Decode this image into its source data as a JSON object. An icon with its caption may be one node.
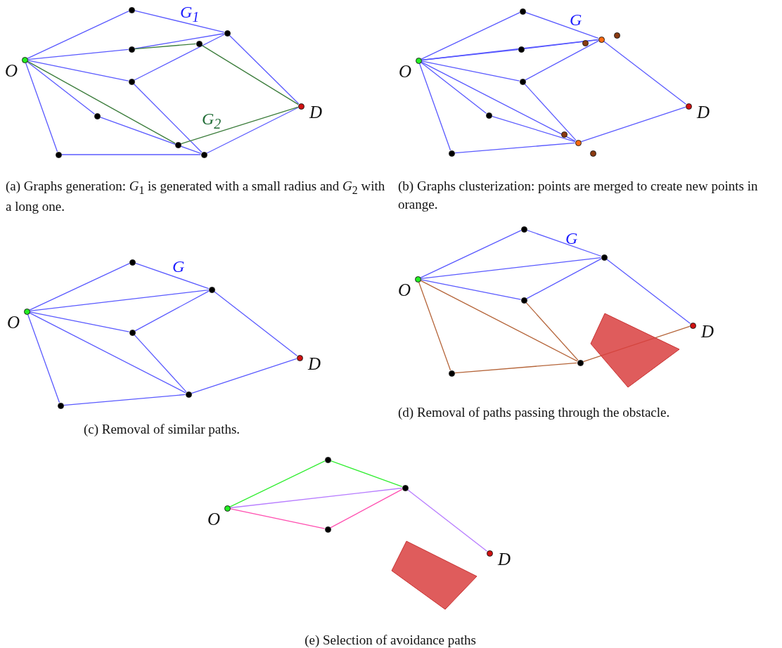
{
  "diagram": {
    "nodes": [
      {
        "text": [],
        "shape": "circle",
        "beside": [
          "O"
        ]
      },
      {
        "text": [],
        "shape": "circle"
      },
      {
        "text": [],
        "shape": "circle"
      },
      {
        "text": [],
        "shape": "circle"
      },
      {
        "text": [],
        "shape": "circle"
      },
      {
        "text": [],
        "shape": "circle"
      },
      {
        "text": [],
        "shape": "circle"
      },
      {
        "text": [],
        "shape": "circle"
      },
      {
        "text": [],
        "shape": "circle"
      },
      {
        "text": [],
        "shape": "circle"
      },
      {
        "text": [],
        "shape": "circle",
        "beside": [
          "D"
        ]
      },
      {
        "text": [],
        "shape": "circle",
        "beside": [
          "O"
        ]
      },
      {
        "text": [],
        "shape": "circle"
      },
      {
        "text": [],
        "shape": "circle"
      },
      {
        "text": [],
        "shape": "circle"
      },
      {
        "text": [],
        "shape": "circle"
      },
      {
        "text": [],
        "shape": "circle"
      },
      {
        "text": [],
        "shape": "circle"
      },
      {
        "text": [],
        "shape": "circle"
      },
      {
        "text": [],
        "shape": "circle"
      },
      {
        "text": [],
        "shape": "circle"
      },
      {
        "text": [],
        "shape": "circle"
      },
      {
        "text": [],
        "shape": "circle"
      },
      {
        "text": [],
        "shape": "circle",
        "beside": [
          "D"
        ]
      },
      {
        "text": [],
        "shape": "circle",
        "beside": [
          "O"
        ]
      },
      {
        "text": [],
        "shape": "circle"
      },
      {
        "text": [],
        "shape": "circle"
      },
      {
        "text": [],
        "shape": "circle"
      },
      {
        "text": [],
        "shape": "circle"
      },
      {
        "text": [],
        "shape": "circle"
      },
      {
        "text": [],
        "shape": "circle",
        "beside": [
          "D"
        ]
      },
      {
        "text": [],
        "shape": "circle",
        "beside": [
          "O"
        ]
      },
      {
        "text": [],
        "shape": "circle"
      },
      {
        "text": [],
        "shape": "circle"
      },
      {
        "text": [],
        "shape": "circle"
      },
      {
        "text": [],
        "shape": "circle"
      },
      {
        "text": [],
        "shape": "circle"
      },
      {
        "text": [],
        "shape": "circle",
        "beside": [
          "D"
        ]
      },
      {
        "text": [],
        "shape": "circle",
        "beside": [
          "O"
        ]
      },
      {
        "text": [],
        "shape": "circle"
      },
      {
        "text": [],
        "shape": "circle"
      },
      {
        "text": [],
        "shape": "circle"
      },
      {
        "text": [],
        "shape": "circle",
        "beside": [
          "D"
        ]
      }
    ],
    "edges": [
      {
        "from": 0,
        "to": 1,
        "arrow": "none"
      },
      {
        "from": 1,
        "to": 2,
        "arrow": "none"
      },
      {
        "from": 2,
        "to": 10,
        "arrow": "none"
      },
      {
        "from": 0,
        "to": 3,
        "arrow": "none"
      },
      {
        "from": 3,
        "to": 2,
        "arrow": "none"
      },
      {
        "from": 0,
        "to": 5,
        "arrow": "none"
      },
      {
        "from": 5,
        "to": 2,
        "arrow": "none"
      },
      {
        "from": 5,
        "to": 9,
        "arrow": "none"
      },
      {
        "from": 0,
        "to": 6,
        "arrow": "none"
      },
      {
        "from": 6,
        "to": 9,
        "arrow": "none"
      },
      {
        "from": 0,
        "to": 8,
        "arrow": "none"
      },
      {
        "from": 8,
        "to": 9,
        "arrow": "none"
      },
      {
        "from": 9,
        "to": 10,
        "arrow": "none"
      },
      {
        "from": 3,
        "to": 4,
        "arrow": "none",
        "color": "#3c7d3c"
      },
      {
        "from": 4,
        "to": 10,
        "arrow": "none",
        "color": "#3c7d3c"
      },
      {
        "from": 0,
        "to": 7,
        "arrow": "none",
        "color": "#3c7d3c"
      },
      {
        "from": 7,
        "to": 10,
        "arrow": "none",
        "color": "#3c7d3c"
      },
      {
        "from": 11,
        "to": 12,
        "arrow": "none"
      },
      {
        "from": 12,
        "to": 13,
        "arrow": "none"
      },
      {
        "from": 13,
        "to": 23,
        "arrow": "none"
      },
      {
        "from": 11,
        "to": 14,
        "arrow": "none"
      },
      {
        "from": 14,
        "to": 13,
        "arrow": "none"
      },
      {
        "from": 11,
        "to": 13,
        "arrow": "none"
      },
      {
        "from": 11,
        "to": 17,
        "arrow": "none"
      },
      {
        "from": 17,
        "to": 13,
        "arrow": "none"
      },
      {
        "from": 17,
        "to": 20,
        "arrow": "none"
      },
      {
        "from": 11,
        "to": 18,
        "arrow": "none"
      },
      {
        "from": 18,
        "to": 20,
        "arrow": "none"
      },
      {
        "from": 11,
        "to": 20,
        "arrow": "none"
      },
      {
        "from": 11,
        "to": 22,
        "arrow": "none"
      },
      {
        "from": 22,
        "to": 20,
        "arrow": "none"
      },
      {
        "from": 20,
        "to": 23,
        "arrow": "none"
      },
      {
        "from": 24,
        "to": 25,
        "arrow": "none"
      },
      {
        "from": 25,
        "to": 26,
        "arrow": "none"
      },
      {
        "from": 26,
        "to": 30,
        "arrow": "none"
      },
      {
        "from": 24,
        "to": 26,
        "arrow": "none"
      },
      {
        "from": 24,
        "to": 27,
        "arrow": "none"
      },
      {
        "from": 27,
        "to": 26,
        "arrow": "none"
      },
      {
        "from": 27,
        "to": 28,
        "arrow": "none"
      },
      {
        "from": 24,
        "to": 28,
        "arrow": "none"
      },
      {
        "from": 24,
        "to": 29,
        "arrow": "none"
      },
      {
        "from": 29,
        "to": 28,
        "arrow": "none"
      },
      {
        "from": 28,
        "to": 30,
        "arrow": "none"
      },
      {
        "from": 31,
        "to": 32,
        "arrow": "none"
      },
      {
        "from": 32,
        "to": 33,
        "arrow": "none"
      },
      {
        "from": 33,
        "to": 37,
        "arrow": "none"
      },
      {
        "from": 31,
        "to": 33,
        "arrow": "none"
      },
      {
        "from": 31,
        "to": 34,
        "arrow": "none"
      },
      {
        "from": 34,
        "to": 33,
        "arrow": "none"
      },
      {
        "from": 34,
        "to": 35,
        "arrow": "none",
        "color": "#b5653a"
      },
      {
        "from": 31,
        "to": 35,
        "arrow": "none",
        "color": "#b5653a"
      },
      {
        "from": 31,
        "to": 36,
        "arrow": "none",
        "color": "#b5653a"
      },
      {
        "from": 36,
        "to": 35,
        "arrow": "none",
        "color": "#b5653a"
      },
      {
        "from": 35,
        "to": 37,
        "arrow": "none",
        "color": "#b5653a"
      },
      {
        "from": 38,
        "to": 39,
        "arrow": "none",
        "color": "#33ee33"
      },
      {
        "from": 39,
        "to": 40,
        "arrow": "none",
        "color": "#33ee33"
      },
      {
        "from": 38,
        "to": 40,
        "arrow": "none",
        "color": "#b77cff"
      },
      {
        "from": 40,
        "to": 42,
        "arrow": "none",
        "color": "#b77cff"
      },
      {
        "from": 38,
        "to": 41,
        "arrow": "none",
        "color": "#ff4fb0"
      },
      {
        "from": 41,
        "to": 40,
        "arrow": "none",
        "color": "#ff4fb0"
      }
    ],
    "labels": [
      "G$_{1}$",
      "G",
      "G$_{2}$",
      "(a) Graphs generation: *G*$_{1}$ is generated with a small radius and *G*$_{2}$ with a long one.",
      "(b) Graphs clusterization: points are merged to create new points in orange.",
      "G",
      "G",
      "(c) Removal of similar paths.",
      "(d) Removal of paths passing through the obstacle.",
      "(e) Selection of avoidance paths"
    ]
  }
}
